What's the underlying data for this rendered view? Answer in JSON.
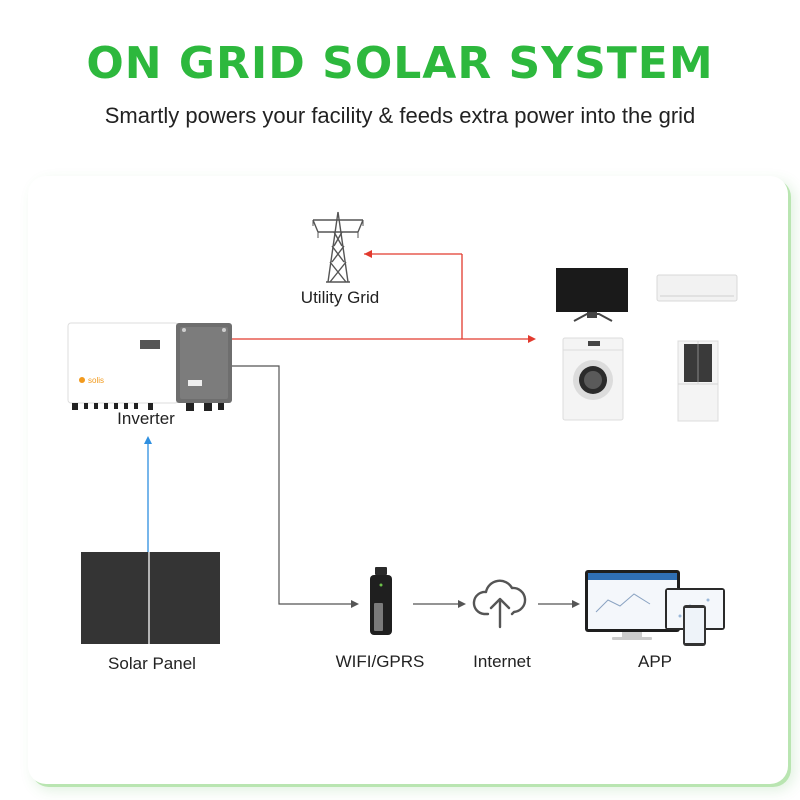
{
  "header": {
    "title": "ON GRID SOLAR SYSTEM",
    "subtitle": "Smartly powers your facility & feeds extra power into the grid"
  },
  "nodes": {
    "utility_grid": "Utility Grid",
    "inverter": "Inverter",
    "solar_panel": "Solar Panel",
    "wifi_gprs": "WIFI/GPRS",
    "internet": "Internet",
    "app": "APP"
  },
  "inverter_brand": "solis",
  "colors": {
    "title": "#2db83d",
    "grid_line": "#e23a2e",
    "solar_line": "#2e8fe0",
    "data_line": "#555555",
    "accent_border": "#b9e5b1"
  },
  "icons": [
    "transmission-tower-icon",
    "inverter-icon",
    "solar-panel-icon",
    "wifi-dongle-icon",
    "cloud-upload-icon",
    "monitor-app-icon",
    "tv-icon",
    "air-conditioner-icon",
    "washing-machine-icon",
    "refrigerator-icon"
  ]
}
